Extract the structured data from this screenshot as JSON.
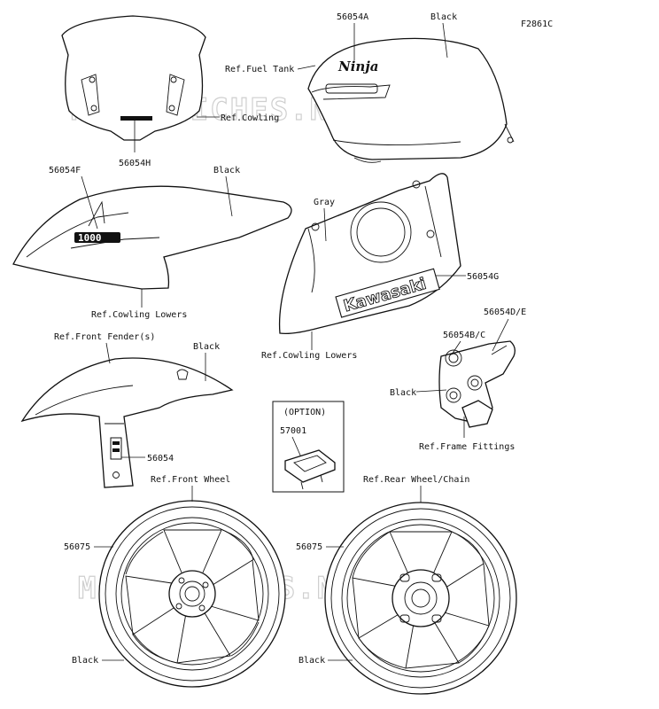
{
  "figure_code": "F2861C",
  "watermark": "MICROFICHES.NET",
  "labels": {
    "l_56054A": "56054A",
    "l_black_tank": "Black",
    "l_fuel_tank": "Ref.Fuel Tank",
    "l_cowling": "Ref.Cowling",
    "l_56054H": "56054H",
    "l_56054F": "56054F",
    "l_black_lower": "Black",
    "l_gray": "Gray",
    "l_56054G": "56054G",
    "l_cowling_lowers_l": "Ref.Cowling Lowers",
    "l_cowling_lowers_r": "Ref.Cowling Lowers",
    "l_front_fender": "Ref.Front Fender(s)",
    "l_black_fender": "Black",
    "l_56054": "56054",
    "l_56054DE": "56054D/E",
    "l_56054BC": "56054B/C",
    "l_black_frame": "Black",
    "l_frame_fittings": "Ref.Frame Fittings",
    "l_option": "(OPTION)",
    "l_57001": "57001",
    "l_front_wheel": "Ref.Front Wheel",
    "l_rear_wheel": "Ref.Rear Wheel/Chain",
    "l_56075_front": "56075",
    "l_56075_rear": "56075",
    "l_black_front_wheel": "Black",
    "l_black_rear_wheel": "Black"
  },
  "decals": {
    "ninja": "Ninja",
    "kawasaki": "Kawasaki",
    "num_1000": "1000"
  }
}
